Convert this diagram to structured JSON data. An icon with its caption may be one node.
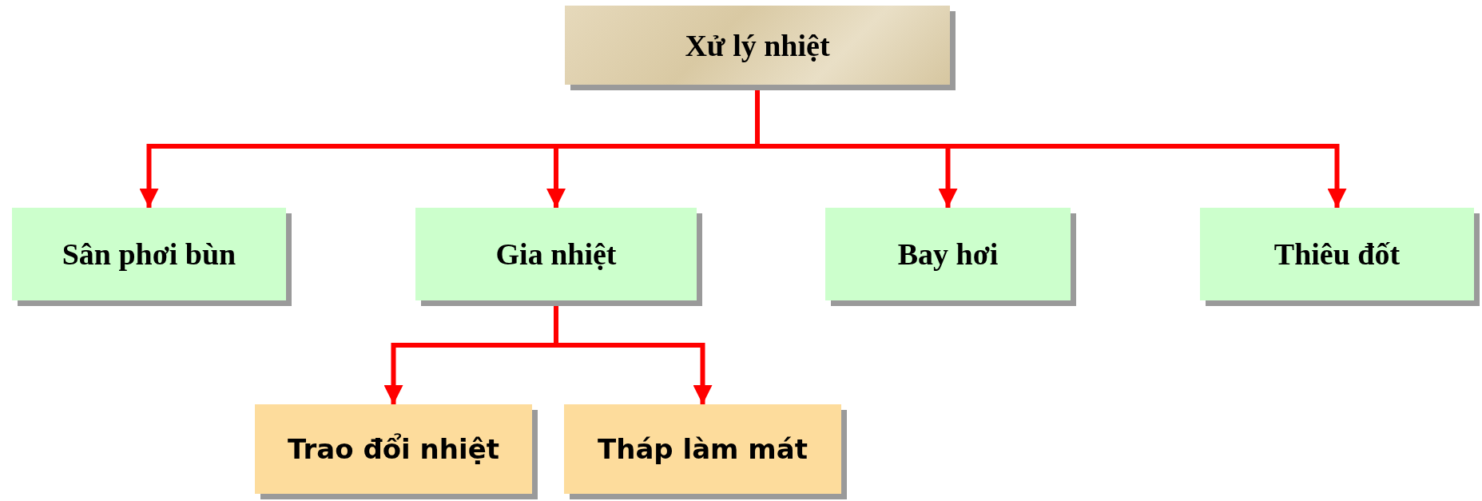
{
  "diagram": {
    "nodes": [
      {
        "text": [
          "Xử lý nhiệt"
        ]
      },
      {
        "text": [
          "Sân phơi bùn"
        ]
      },
      {
        "text": [
          "Gia nhiệt"
        ]
      },
      {
        "text": [
          "Bay hơi"
        ]
      },
      {
        "text": [
          "Thiêu đốt"
        ]
      },
      {
        "text": [
          "Trao đổi nhiệt"
        ]
      },
      {
        "text": [
          "Tháp làm mát"
        ]
      }
    ],
    "edges": [
      {
        "from": 0,
        "to": 1,
        "arrow": "to"
      },
      {
        "from": 0,
        "to": 2,
        "arrow": "to"
      },
      {
        "from": 0,
        "to": 3,
        "arrow": "to"
      },
      {
        "from": 0,
        "to": 4,
        "arrow": "to"
      },
      {
        "from": 2,
        "to": 5,
        "arrow": "to"
      },
      {
        "from": 2,
        "to": 6,
        "arrow": "to"
      }
    ]
  }
}
